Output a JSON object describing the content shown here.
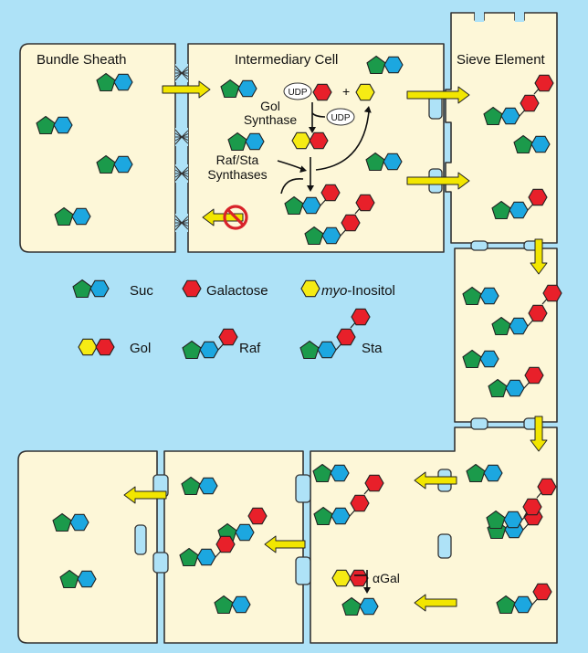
{
  "colors": {
    "background": "#aee2f7",
    "cell_fill": "#fdf7d8",
    "cell_stroke": "#333333",
    "glucose": "#1ca7e0",
    "fructose": "#1b9a4b",
    "galactose": "#e8202a",
    "inositol": "#f6eb14",
    "arrow": "#f2e600",
    "inhibit": "#d8232a"
  },
  "labels": {
    "bundle_sheath": "Bundle Sheath",
    "intermediary_cell": "Intermediary Cell",
    "sieve_element": "Sieve Element",
    "udp_1": "UDP",
    "udp_2": "UDP",
    "plus": "+",
    "gol_synthase_1": "Gol",
    "gol_synthase_2": "Synthase",
    "raf_sta_1": "Raf/Sta",
    "raf_sta_2": "Synthases",
    "alpha_gal": "αGal"
  },
  "legend": {
    "suc": "Suc",
    "galactose": "Galactose",
    "inositol_italic": "myo",
    "inositol_rest": "-Inositol",
    "gol": "Gol",
    "raf": "Raf",
    "sta": "Sta"
  },
  "icons": [
    "sucrose-icon",
    "galactose-icon",
    "inositol-icon",
    "galactinol-icon",
    "raffinose-icon",
    "stachyose-icon",
    "inhibition-icon",
    "transport-arrow-icon"
  ]
}
